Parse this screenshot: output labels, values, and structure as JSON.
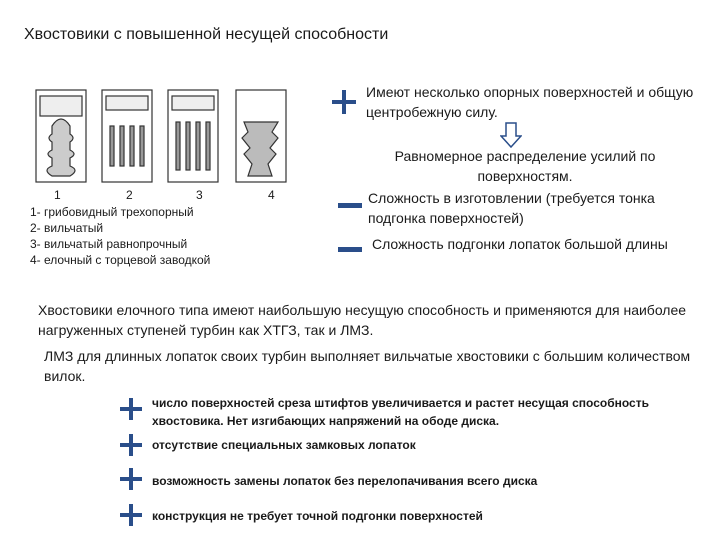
{
  "title": "Хвостовики с повышенной несущей способности",
  "figure": {
    "numbers": [
      "1",
      "2",
      "3",
      "4"
    ],
    "legend": [
      "1- грибовидный трехопорный",
      "2- вильчатый",
      "3- вильчатый равнопрочный",
      "4- елочный с торцевой заводкой"
    ]
  },
  "pros_cons": {
    "plus1": "Имеют несколько опорных поверхностей и общую центробежную силу.",
    "arrow_result": "Равномерное распределение усилий по поверхностям.",
    "minus1": "Сложность в изготовлении (требуется тонка подгонка поверхностей)",
    "minus2": "Сложность подгонки лопаток большой длины"
  },
  "para1": "Хвостовики елочного типа имеют наибольшую несущую способность и применяются для наиболее нагруженных ступеней турбин как ХТГЗ, так и ЛМЗ.",
  "para2": "ЛМЗ для длинных лопаток своих турбин выполняет вильчатые хвостовики с большим количеством вилок.",
  "advantages": [
    "число поверхностей среза штифтов увеличивается и растет несущая способность хвостовика. Нет изгибающих напряжений на ободе диска.",
    "отсутствие специальных замковых лопаток",
    "возможность замены лопаток без перелопачивания всего диска",
    "конструкция не требует точной подгонки поверхностей"
  ],
  "colors": {
    "accent": "#2a4e8a",
    "arrow": "#2a4e8a"
  }
}
